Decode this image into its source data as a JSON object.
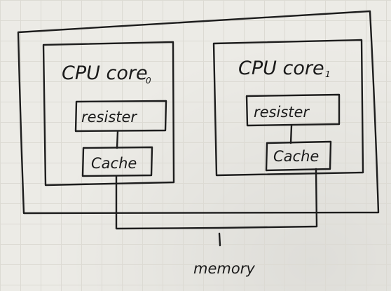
{
  "cpu_cores": [
    {
      "title": "CPU core",
      "index": "0",
      "register_label": "resister",
      "cache_label": "Cache"
    },
    {
      "title": "CPU core",
      "index": "1",
      "register_label": "resister",
      "cache_label": "Cache"
    }
  ],
  "memory_label": "memory"
}
